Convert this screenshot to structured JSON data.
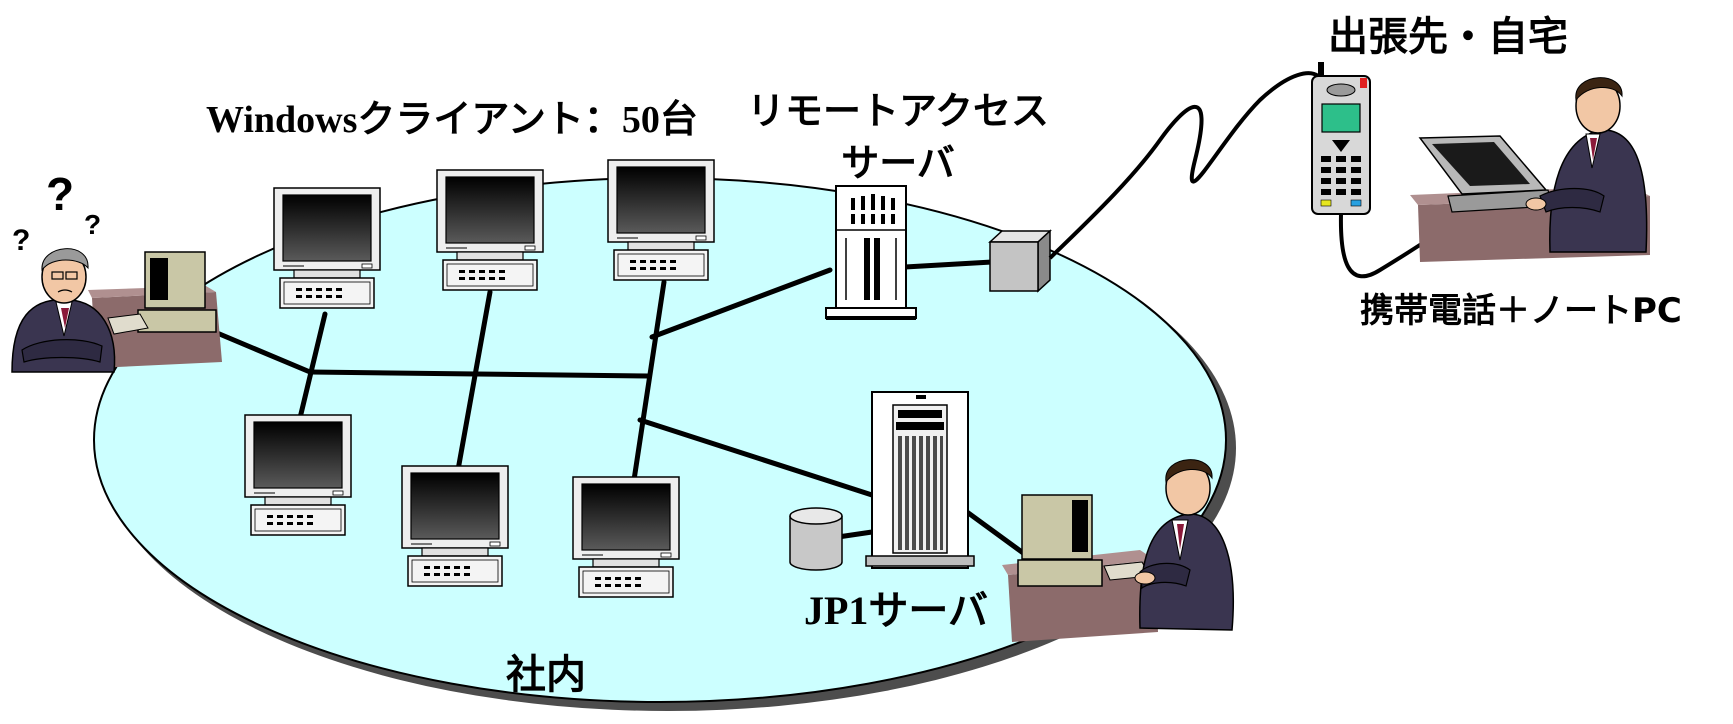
{
  "labels": {
    "clients": "Windowsクライアント：50台",
    "remote_access_server": "リモートアクセス\nサーバ",
    "remote_access_line1": "リモートアクセス",
    "remote_access_line2": "サーバ",
    "remote_location": "出張先・自宅",
    "mobile_setup": "携帯電話＋ノートPC",
    "jp1_server": "JP1サーバ",
    "office": "社内",
    "question_marks": [
      "?",
      "?",
      "?"
    ]
  },
  "colors": {
    "lan_fill": "#ccffff",
    "lan_shadow": "#4d4d4d",
    "screen": "#1a1a1a",
    "monitor_body": "#e8e8e8",
    "desk": "#8c6b6b",
    "suit": "#3a3550",
    "skin": "#f2c7a5",
    "hair_dark": "#3b2412",
    "hair_gray": "#9a9a9a",
    "tie": "#8b1a3a",
    "phone_screen": "#2dbf8a",
    "line": "#000000"
  },
  "icons": [
    "worried-user",
    "workstation",
    "client-pc",
    "remote-access-server",
    "modem",
    "jp1-server",
    "storage-disk",
    "operator",
    "mobile-phone",
    "laptop",
    "mobile-user"
  ]
}
